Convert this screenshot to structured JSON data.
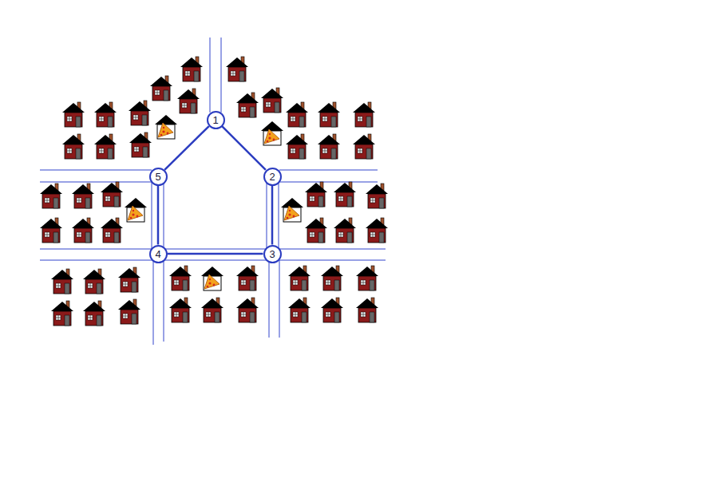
{
  "diagram": {
    "nodes": [
      {
        "text": [
          "1"
        ]
      },
      {
        "text": [
          "2"
        ]
      },
      {
        "text": [
          "3"
        ]
      },
      {
        "text": [
          "4"
        ]
      },
      {
        "text": [
          "5"
        ]
      }
    ],
    "edges": [
      {
        "from": 0,
        "to": 1,
        "arrow": "none"
      },
      {
        "from": 1,
        "to": 2,
        "arrow": "none"
      },
      {
        "from": 2,
        "to": 3,
        "arrow": "none"
      },
      {
        "from": 3,
        "to": 4,
        "arrow": "none"
      },
      {
        "from": 4,
        "to": 0,
        "arrow": "none"
      }
    ]
  }
}
